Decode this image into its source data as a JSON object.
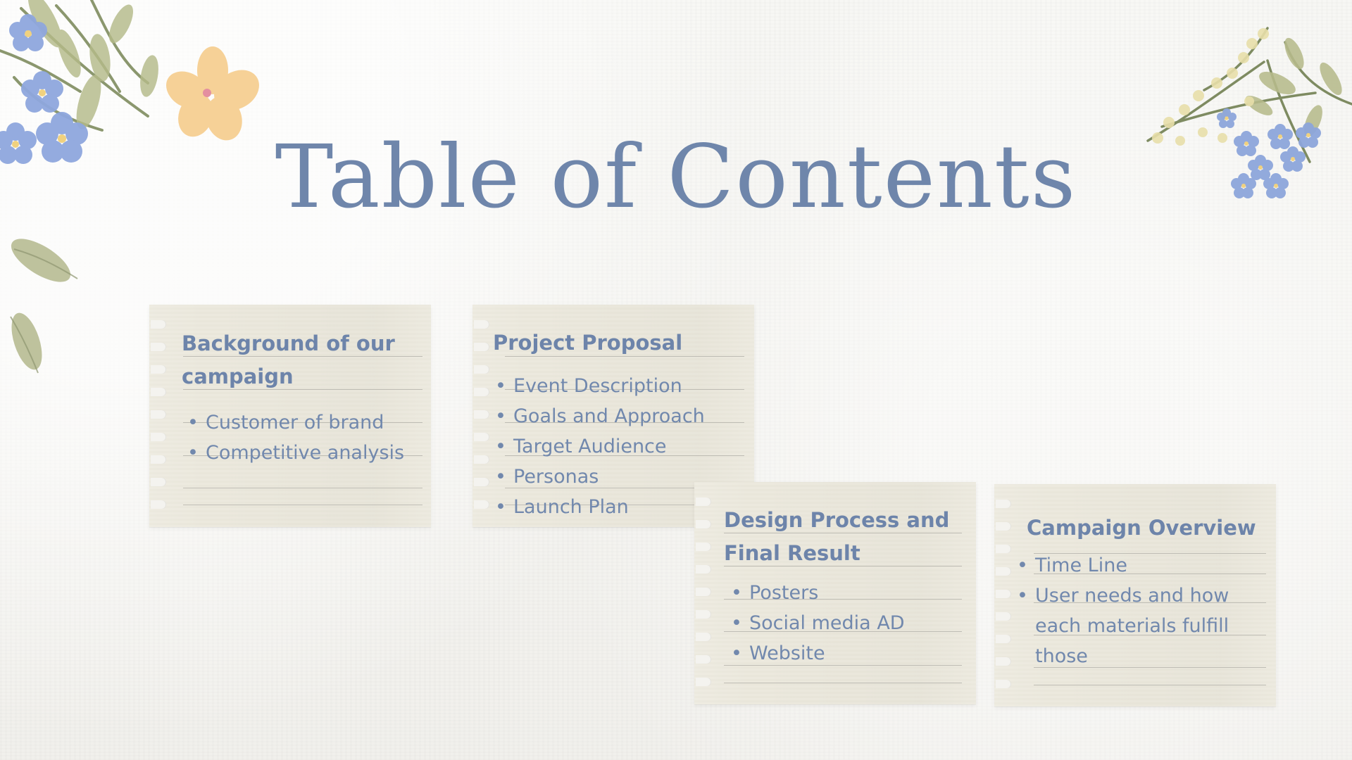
{
  "title": "Table of Contents",
  "colors": {
    "background": "#f4f3ef",
    "note": "#ebe8dc",
    "text": "#6f86ab",
    "rule": "#b9b7af"
  },
  "cards": [
    {
      "heading_line1": "Background  of our",
      "heading_line2": "campaign",
      "items": [
        "Customer of brand",
        "Competitive analysis"
      ]
    },
    {
      "heading": "Project Proposal",
      "items": [
        "Event Description",
        "Goals and Approach",
        "Target Audience",
        "Personas",
        "Launch Plan"
      ]
    },
    {
      "heading_line1": "Design Process and",
      "heading_line2": "Final Result",
      "items": [
        "Posters",
        "Social media AD",
        "Website"
      ]
    },
    {
      "heading": "Campaign Overview",
      "items": [
        "Time Line",
        "User needs and how each materials fulfill those"
      ]
    }
  ],
  "decor": {
    "top_left": "watercolor flowers",
    "top_right": "watercolor flowers",
    "left_leaves": "watercolor leaves"
  }
}
